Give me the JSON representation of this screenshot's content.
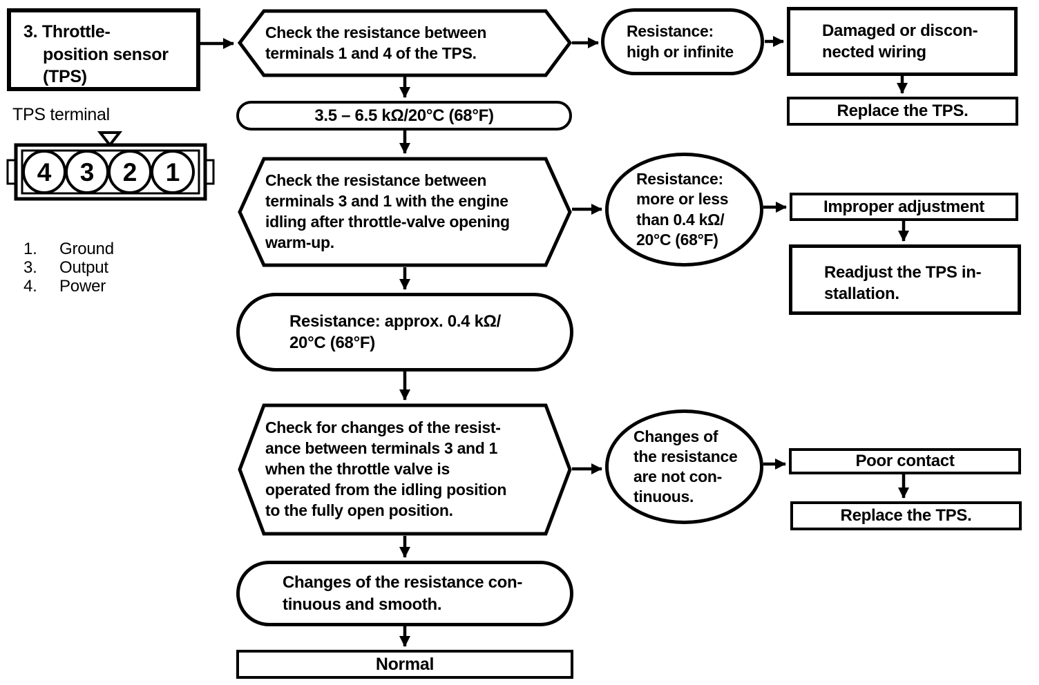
{
  "colors": {
    "ink": "#000000",
    "paper": "#ffffff"
  },
  "sensor": {
    "title": "3. Throttle-\nposition sensor\n(TPS)",
    "terminal_label": "TPS terminal",
    "terminals": [
      "4",
      "3",
      "2",
      "1"
    ],
    "legend": [
      {
        "num": "1.",
        "label": "Ground"
      },
      {
        "num": "3.",
        "label": "Output"
      },
      {
        "num": "4.",
        "label": "Power"
      }
    ]
  },
  "flow": {
    "check_1_4": "Check the resistance between\nterminals 1 and 4 of the TPS.",
    "spec_1_4": "3.5 – 6.5 kΩ/20°C (68°F)",
    "result_high": "Resistance:\nhigh or infinite",
    "cause_wiring": "Damaged or discon-\nnected wiring",
    "action_replace_1": "Replace the TPS.",
    "check_3_1": "Check the resistance between\nterminals 3 and 1 with the engine\nidling after throttle-valve opening\nwarm-up.",
    "result_more_less": "Resistance:\nmore or less\nthan 0.4 kΩ/\n20°C (68°F)",
    "cause_adjustment": "Improper adjustment",
    "action_readjust": "Readjust the TPS in-\nstallation.",
    "spec_3_1": "Resistance: approx. 0.4 kΩ/\n20°C (68°F)",
    "check_changes": "Check for changes of the resist-\nance between terminals 3 and 1\nwhen the throttle valve is\noperated from the idling position\nto the fully open position.",
    "result_not_continuous": "Changes of\nthe resistance\nare not con-\ntinuous.",
    "cause_contact": "Poor contact",
    "action_replace_2": "Replace the TPS.",
    "spec_changes": "Changes of the resistance con-\ntinuous and smooth.",
    "result_normal": "Normal"
  }
}
